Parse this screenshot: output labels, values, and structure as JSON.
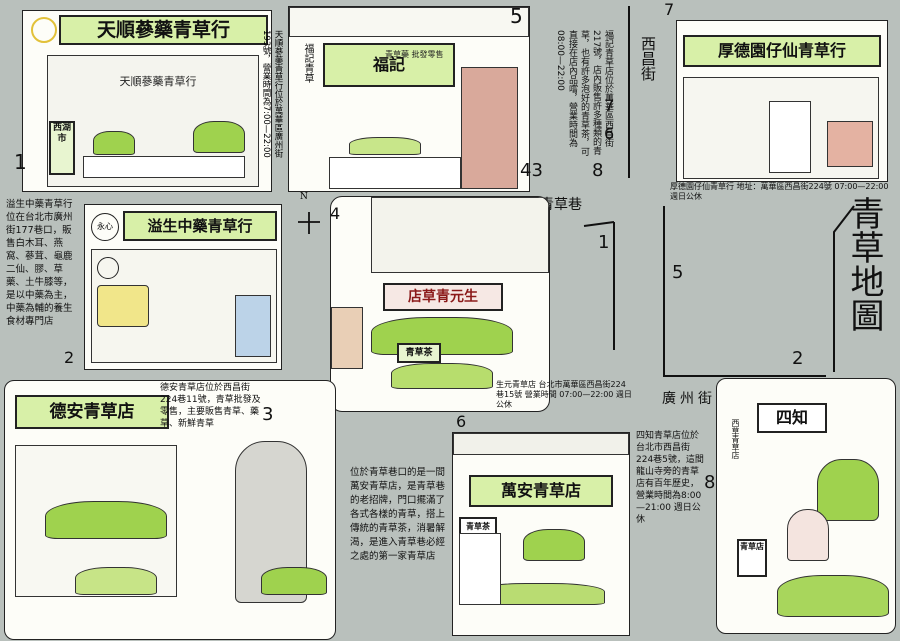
{
  "map_title": "青草地圖",
  "streets": {
    "xichang": "西昌街",
    "qingcao": "青草巷",
    "guangzhou": "廣州街"
  },
  "map_numbers": [
    "1",
    "2",
    "3",
    "4",
    "5",
    "6",
    "7",
    "8"
  ],
  "stores": [
    {
      "id": "tianshun",
      "number": "1",
      "sign": "天順蔘藥青草行",
      "inner_sign": "天順蔘藥青草行",
      "side_sign": "西湖市",
      "desc": "天順蔘藥青草行位於萬華區廣州街193號，營業時間為7:00—22:00"
    },
    {
      "id": "fuji",
      "number": "5",
      "sign": "福記",
      "sign_sub": "青草藥 批發零售",
      "side_label": "福記青草",
      "desc": "福記青草店位於萬華區西昌街217號，店內販售許多種類的青草，也有許多泡好的青草茶，可直接在店內品嚐，營業時間為08:00—22:00"
    },
    {
      "id": "houde",
      "number": "7",
      "sign": "厚德園仔仙青草行",
      "desc": "厚德園仔仙青草行 地址：萬華區西昌街224號 07:00—22:00 週日公休"
    },
    {
      "id": "yisheng",
      "number": "2",
      "sign": "溢生中藥青草行",
      "badge": "永心",
      "desc": "溢生中藥青草行位在台北市廣州街177巷口，販售白木耳、燕窩、蔘茸、龜鹿二仙、膠、草藥、土牛膝等，是以中藥為主，中藥為輔的養生食材專門店"
    },
    {
      "id": "qingyuansheng",
      "number": "4",
      "sign": "店草青元生",
      "tag": "青草茶",
      "desc": "生元青草店 台北市萬華區西昌街224巷15號 營業時間 07:00—22:00 週日公休"
    },
    {
      "id": "dean",
      "number": "3",
      "sign": "德安青草店",
      "desc": "德安青草店位於西昌街224巷11號，青草批發及零售，主要販售青草、藥草、新鮮青草"
    },
    {
      "id": "wanan",
      "number": "6",
      "sign": "萬安青草店",
      "tag": "青草茶",
      "desc": "位於青草巷口的是一間萬安青草店，是青草巷的老招牌，門口擺滿了各式各樣的青草，搭上傳統的青草茶，消暑解渴，是進入青草巷必經之處的第一家青草店"
    },
    {
      "id": "sizhi",
      "number": "8",
      "sign": "四知",
      "side_sign": "西草青草店",
      "card": "青草店",
      "desc": "四知青草店位於台北市西昌街224巷5號，這間龍山寺旁的青草店有百年歷史，營業時間為8:00—21:00 週日公休"
    }
  ],
  "colors": {
    "background": "#b9c0bc",
    "sign_green": "#d8f0a8",
    "leaf_green": "#9fd24e",
    "paper": "#fdfdf8",
    "ink": "#111111"
  }
}
